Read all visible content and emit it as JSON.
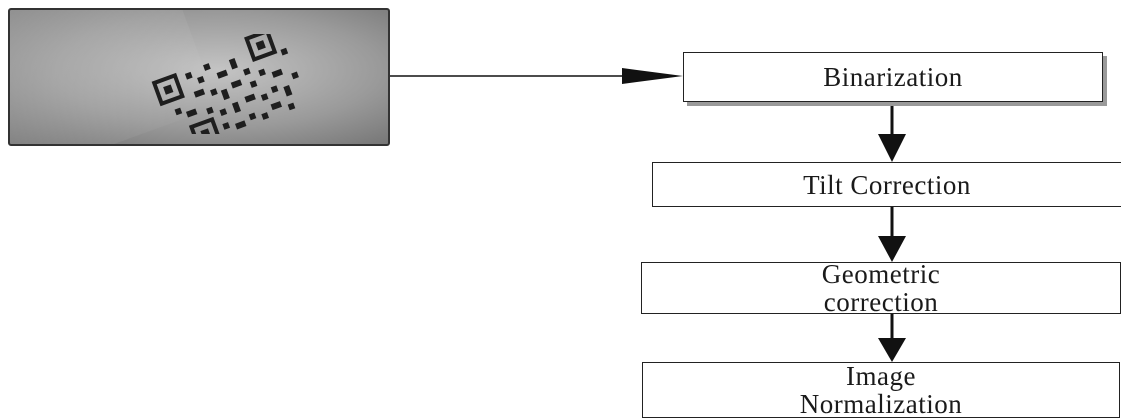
{
  "steps": {
    "binarization": "Binarization",
    "tilt_correction": "Tilt Correction",
    "geometric_correction": "Geometric\ncorrection",
    "image_normalization": "Image\nNormalization"
  },
  "colors": {
    "border": "#222222",
    "arrow": "#111111",
    "photo_background": "#a0a0a0"
  }
}
